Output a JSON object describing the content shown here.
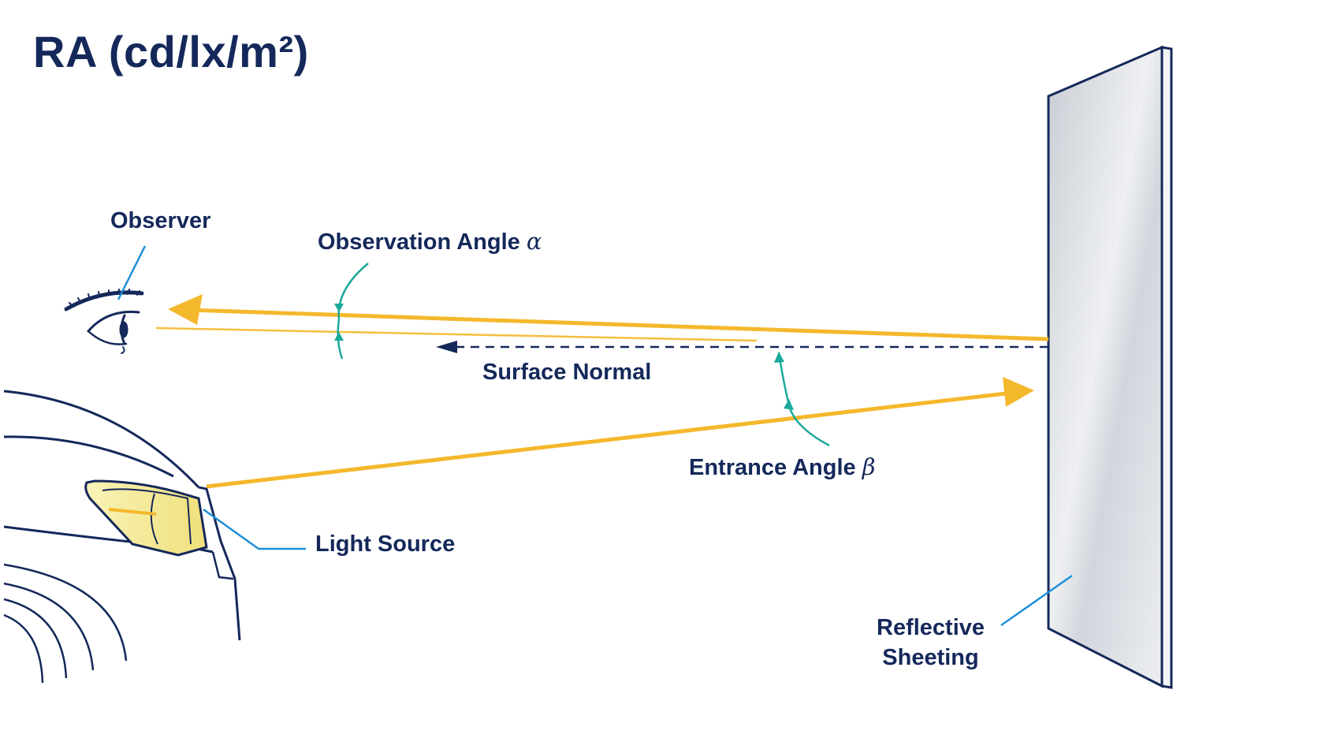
{
  "title": "RA (cd/lx/m²)",
  "labels": {
    "observer": "Observer",
    "observation_angle": "Observation Angle",
    "observation_symbol": "α",
    "surface_normal": "Surface Normal",
    "entrance_angle": "Entrance Angle",
    "entrance_symbol": "β",
    "light_source": "Light Source",
    "sheeting_line1": "Reflective",
    "sheeting_line2": "Sheeting"
  },
  "colors": {
    "text": "#14285a",
    "ray": "#f4b82c",
    "angle_arc": "#1aa89a",
    "leader": "#1e8fd8",
    "outline": "#14285a",
    "panel_fill": "#dcdee4",
    "headlight": "#f6ef9a"
  }
}
